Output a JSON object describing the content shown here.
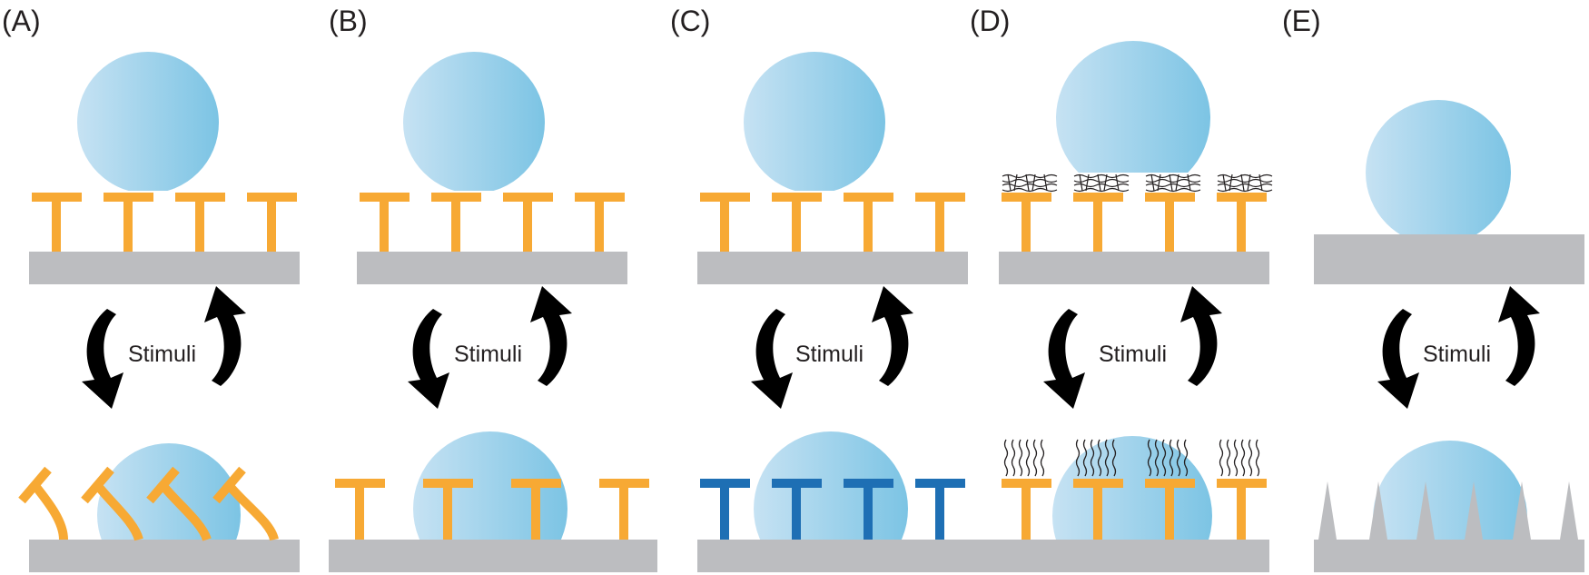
{
  "panels": [
    {
      "label": "(A)",
      "stimuli_label": "Stimuli",
      "description": "bending pillars"
    },
    {
      "label": "(B)",
      "stimuli_label": "Stimuli",
      "description": "droplet sinks between pillars"
    },
    {
      "label": "(C)",
      "stimuli_label": "Stimuli",
      "description": "pillar chemistry changes"
    },
    {
      "label": "(D)",
      "stimuli_label": "Stimuli",
      "description": "polymer brush tips"
    },
    {
      "label": "(E)",
      "stimuli_label": "Stimuli",
      "description": "spikes emerge"
    }
  ],
  "colors": {
    "pillar": "#f7a934",
    "pillar_wetted": "#1e6fb4",
    "substrate": "#bcbdc0",
    "droplet_light": "#c6e2f3",
    "droplet_dark": "#7cc4e4",
    "arrow": "#000000",
    "spike": "#bcbdc0"
  },
  "icons": [
    "curved-down-arrow-icon",
    "curved-up-arrow-icon"
  ]
}
